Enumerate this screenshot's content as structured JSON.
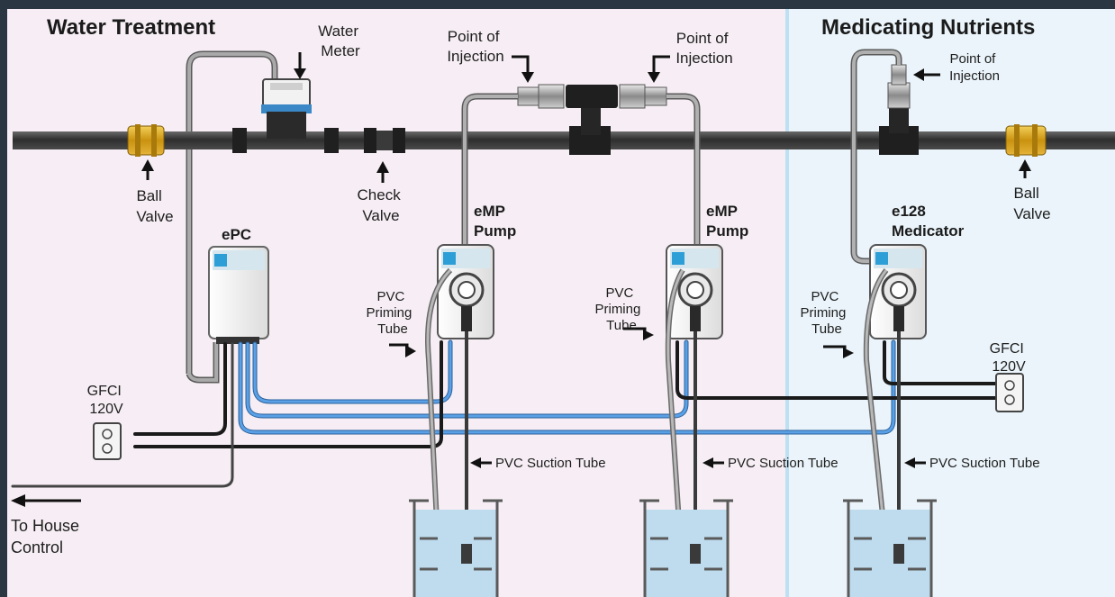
{
  "sections": {
    "left_title": "Water Treatment",
    "right_title": "Medicating Nutrients"
  },
  "labels": {
    "water_meter": [
      "Water",
      "Meter"
    ],
    "poi_1": [
      "Point of",
      "Injection"
    ],
    "poi_2": [
      "Point of",
      "Injection"
    ],
    "poi_3": [
      "Point of",
      "Injection"
    ],
    "ball_valve_left": [
      "Ball",
      "Valve"
    ],
    "ball_valve_right": [
      "Ball",
      "Valve"
    ],
    "check_valve": [
      "Check",
      "Valve"
    ],
    "epc": "ePC",
    "pump_1": [
      "eMP",
      "Pump"
    ],
    "pump_2": [
      "eMP",
      "Pump"
    ],
    "medicator": [
      "e128",
      "Medicator"
    ],
    "priming_1": [
      "PVC",
      "Priming",
      "Tube"
    ],
    "priming_2": [
      "PVC",
      "Priming",
      "Tube"
    ],
    "priming_3": [
      "PVC",
      "Priming",
      "Tube"
    ],
    "gfci_left": [
      "GFCI",
      "120V"
    ],
    "gfci_right": [
      "GFCI",
      "120V"
    ],
    "suction_1": "PVC Suction Tube",
    "suction_2": "PVC Suction Tube",
    "suction_3": "PVC Suction Tube",
    "house": [
      "To House",
      "Control"
    ]
  },
  "colors": {
    "left_bg": "#f6eef4",
    "right_bg": "#eaf4fa",
    "pipe": "#3a3a3a",
    "brass": "#d4a21c",
    "blue_wire": "#4a8fd6",
    "black_wire": "#1a1a1a",
    "grey_tube": "#9a9a9a",
    "water": "#bfdcef"
  }
}
